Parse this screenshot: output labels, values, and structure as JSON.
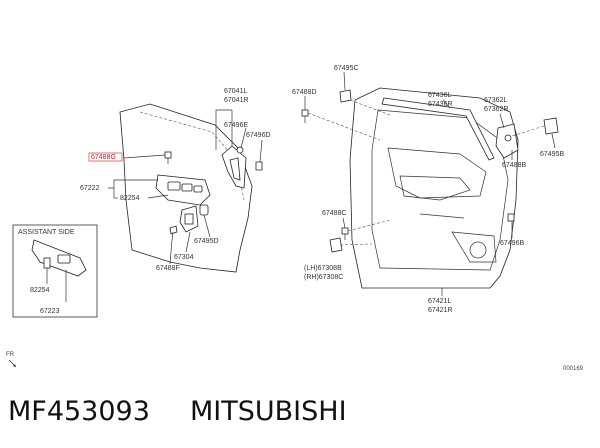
{
  "labels": {
    "l_67495c": "67495C",
    "l_67488d": "67488D",
    "l_67436l": "67436L",
    "l_67436r": "67436R",
    "l_67362l": "67362L",
    "l_67362r": "67362R",
    "l_67495b": "67495B",
    "l_67488b": "67488B",
    "l_67041l": "67041L",
    "l_67041r": "67041R",
    "l_67496e": "67496E",
    "l_67496d": "67496D",
    "l_67488g": "67488G",
    "l_67222_main": "67222",
    "l_82254_main": "82254",
    "l_67495d": "67495D",
    "l_67304": "67304",
    "l_67488f": "67488F",
    "l_67488c": "67488C",
    "l_67496b": "67496B",
    "l_67308b": "(LH)67308B",
    "l_67308c": "(RH)67308C",
    "l_67421l": "67421L",
    "l_67421r": "67421R",
    "assistant_side": "ASSISTANT SIDE",
    "l_82254_assist": "82254",
    "l_67223": "67223",
    "fr": "FR",
    "code": "000169"
  },
  "caption": {
    "part_number": "MF453093",
    "brand": "MITSUBISHI"
  }
}
